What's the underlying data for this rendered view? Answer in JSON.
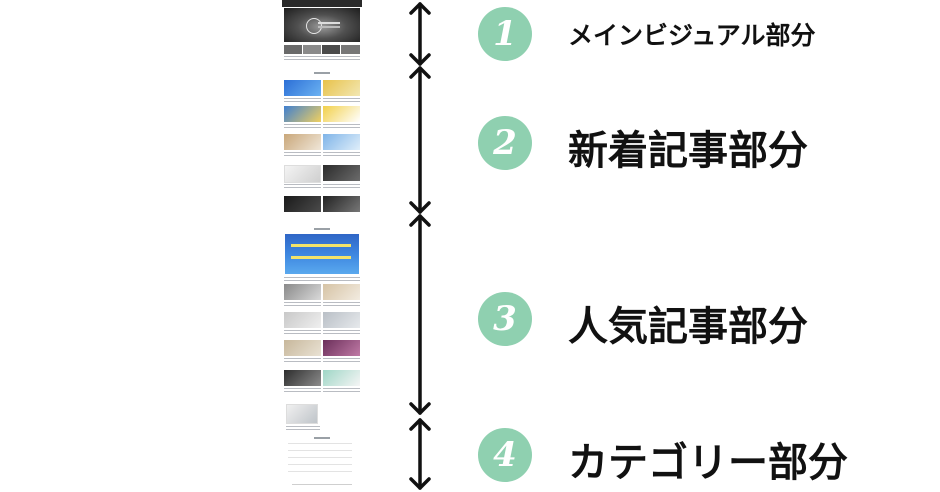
{
  "sections": [
    {
      "number": "1",
      "label": "メインビジュアル部分"
    },
    {
      "number": "2",
      "label": "新着記事部分"
    },
    {
      "number": "3",
      "label": "人気記事部分"
    },
    {
      "number": "4",
      "label": "カテゴリー部分"
    }
  ],
  "colors": {
    "badge": "#8fd0b0",
    "arrow": "#111111",
    "label": "#111111"
  },
  "icons": {
    "badge_shape": "circle",
    "arrow": "double-headed-vertical-arrow"
  }
}
